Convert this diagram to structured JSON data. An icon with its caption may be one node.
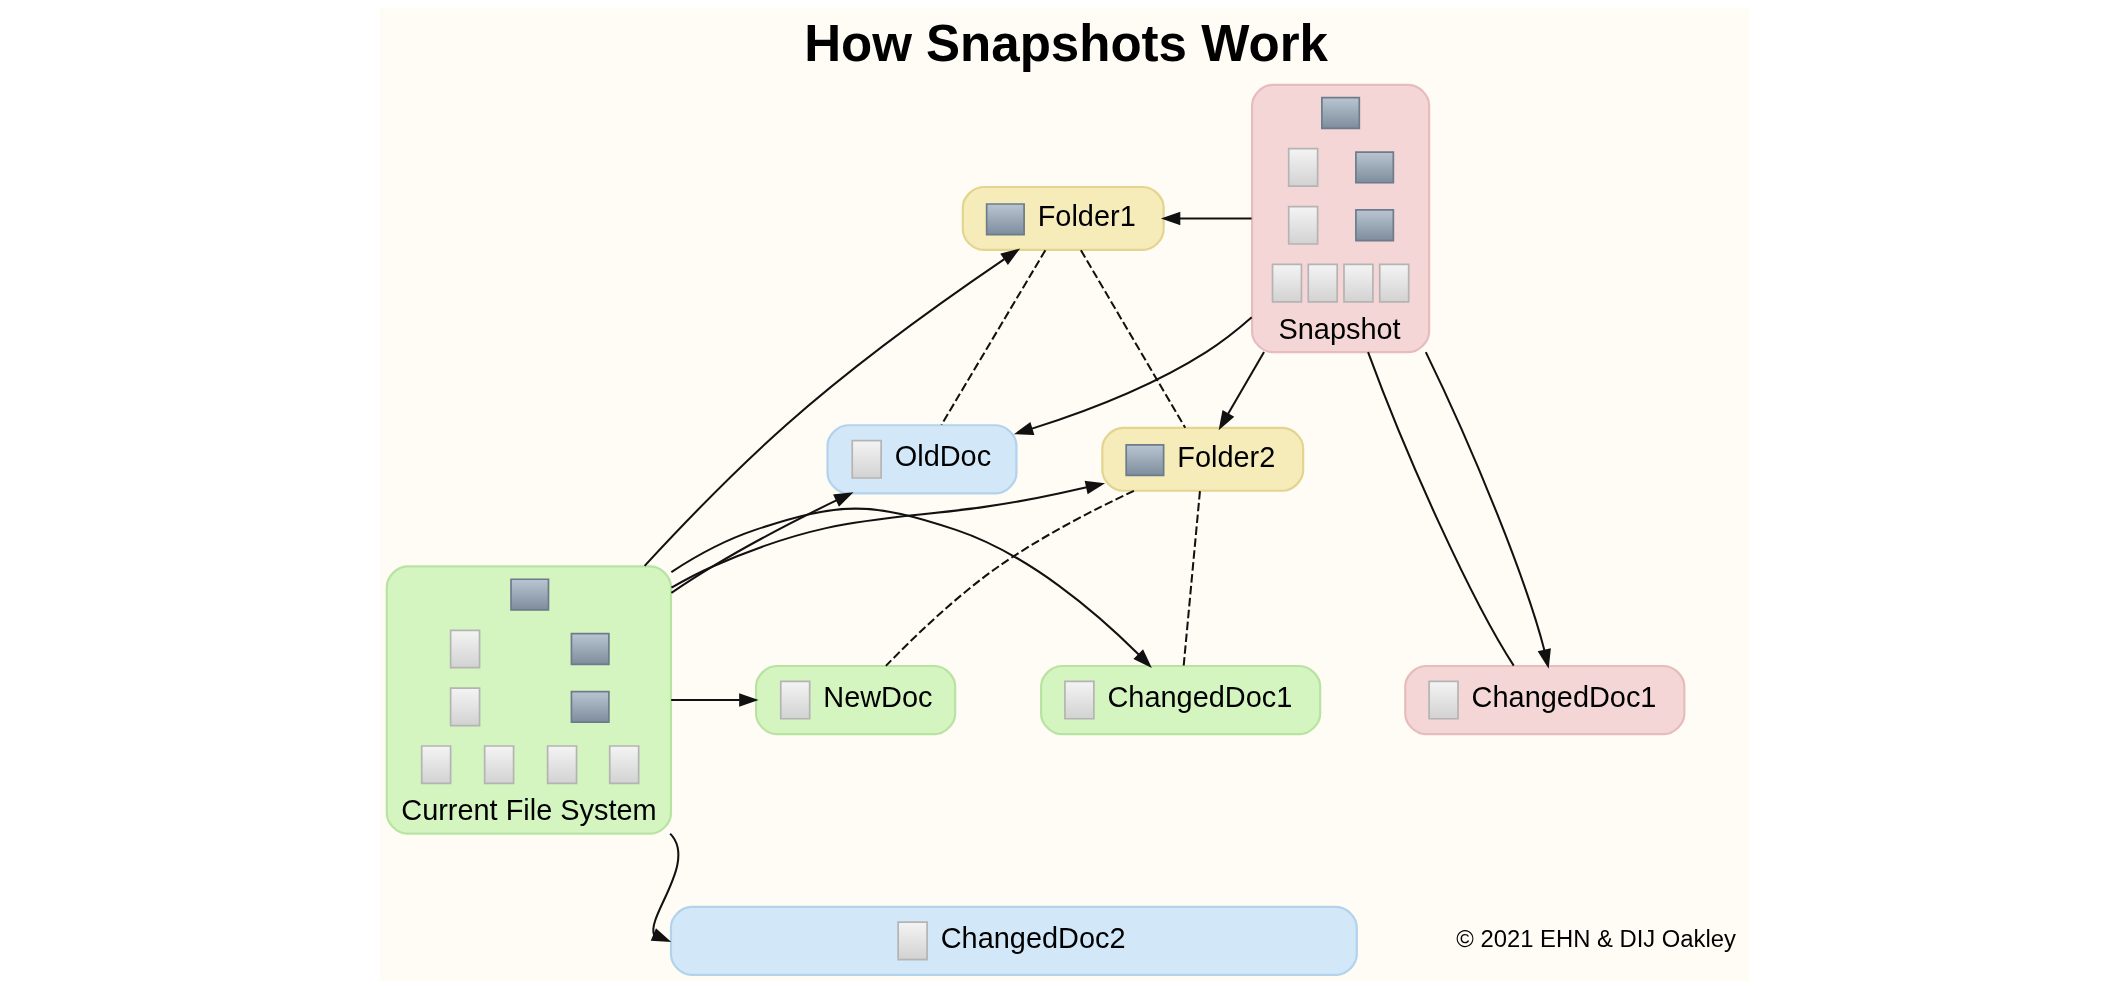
{
  "diagram": {
    "title": "How Snapshots Work",
    "nodes": [
      {
        "text": [
          "Snapshot"
        ]
      },
      {
        "text": [
          "Folder1"
        ]
      },
      {
        "text": [
          "OldDoc"
        ]
      },
      {
        "text": [
          "Folder2"
        ]
      },
      {
        "text": [
          "Current File System"
        ]
      },
      {
        "text": [
          "NewDoc"
        ]
      },
      {
        "text": [
          "ChangedDoc1"
        ]
      },
      {
        "text": [
          "ChangedDoc1"
        ]
      },
      {
        "text": [
          "ChangedDoc2"
        ]
      }
    ],
    "edges": [
      {
        "from": 0,
        "to": 1,
        "arrow": "to"
      },
      {
        "from": 0,
        "to": 2,
        "arrow": "to"
      },
      {
        "from": 0,
        "to": 3,
        "arrow": "to"
      },
      {
        "from": 0,
        "to": 7,
        "arrow": "none"
      },
      {
        "from": 0,
        "to": 7,
        "arrow": "to"
      },
      {
        "from": 4,
        "to": 1,
        "arrow": "to"
      },
      {
        "from": 4,
        "to": 2,
        "arrow": "to"
      },
      {
        "from": 4,
        "to": 3,
        "arrow": "to"
      },
      {
        "from": 4,
        "to": 5,
        "arrow": "to"
      },
      {
        "from": 4,
        "to": 6,
        "arrow": "to"
      },
      {
        "from": 4,
        "to": 8,
        "arrow": "to"
      },
      {
        "from": 1,
        "to": 2,
        "arrow": "none",
        "style": "dashed"
      },
      {
        "from": 1,
        "to": 3,
        "arrow": "none",
        "style": "dashed"
      },
      {
        "from": 3,
        "to": 5,
        "arrow": "none",
        "style": "dashed"
      },
      {
        "from": 3,
        "to": 6,
        "arrow": "none",
        "style": "dashed"
      }
    ],
    "labels": [
      "© 2021 EHN & DIJ Oakley"
    ]
  }
}
